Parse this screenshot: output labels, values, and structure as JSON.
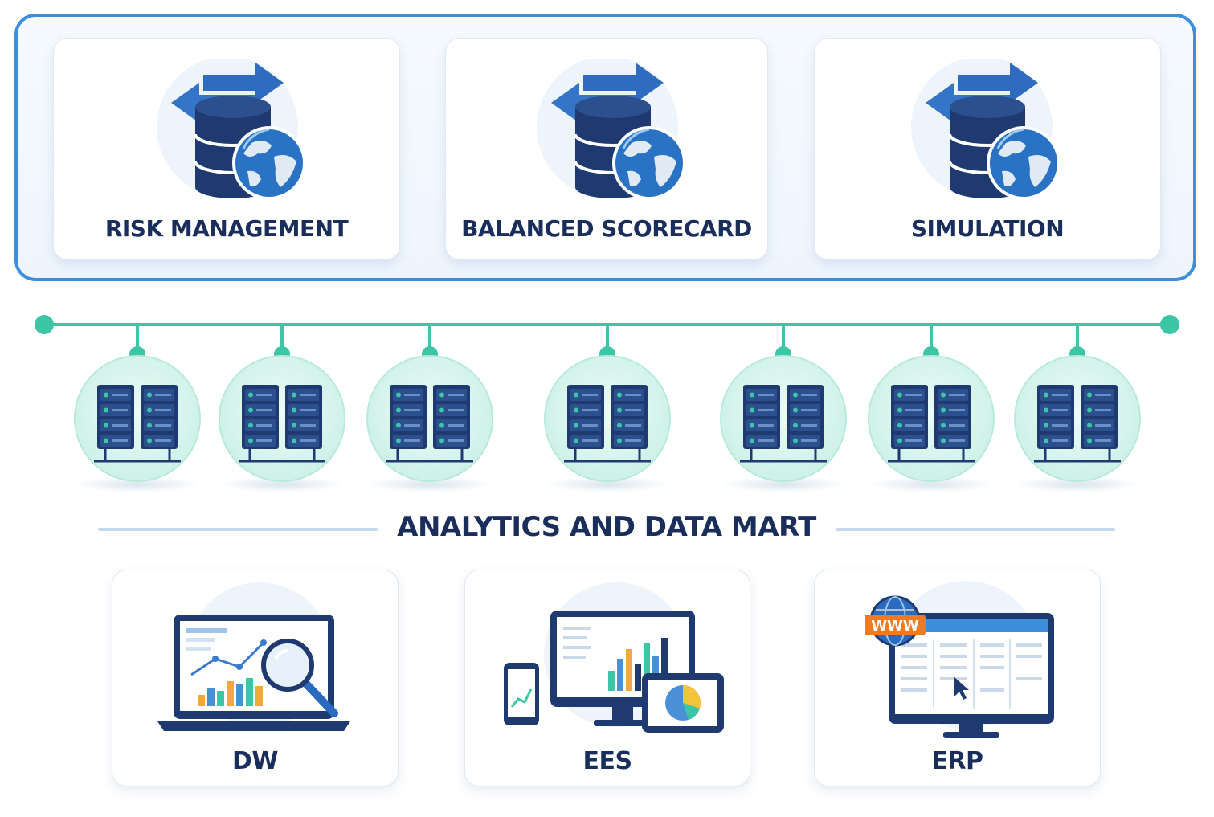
{
  "top_modules": [
    {
      "label": "RISK MANAGEMENT",
      "icon": "database-globe-icon"
    },
    {
      "label": "BALANCED SCORECARD",
      "icon": "database-globe-icon"
    },
    {
      "label": "SIMULATION",
      "icon": "database-globe-icon"
    }
  ],
  "servers": {
    "count": 7,
    "icon": "server-rack-icon"
  },
  "section_title": "ANALYTICS AND DATA MART",
  "bottom_modules": [
    {
      "label": "DW",
      "icon": "laptop-analytics-icon"
    },
    {
      "label": "EES",
      "icon": "multi-device-dashboard-icon"
    },
    {
      "label": "ERP",
      "icon": "www-monitor-icon",
      "badge": "WWW"
    }
  ],
  "colors": {
    "frame": "#3d8fdc",
    "navy": "#1a2e5c",
    "bus": "#3cc6a6",
    "server_circle": "#d9f5ee",
    "orange": "#f07a22"
  }
}
